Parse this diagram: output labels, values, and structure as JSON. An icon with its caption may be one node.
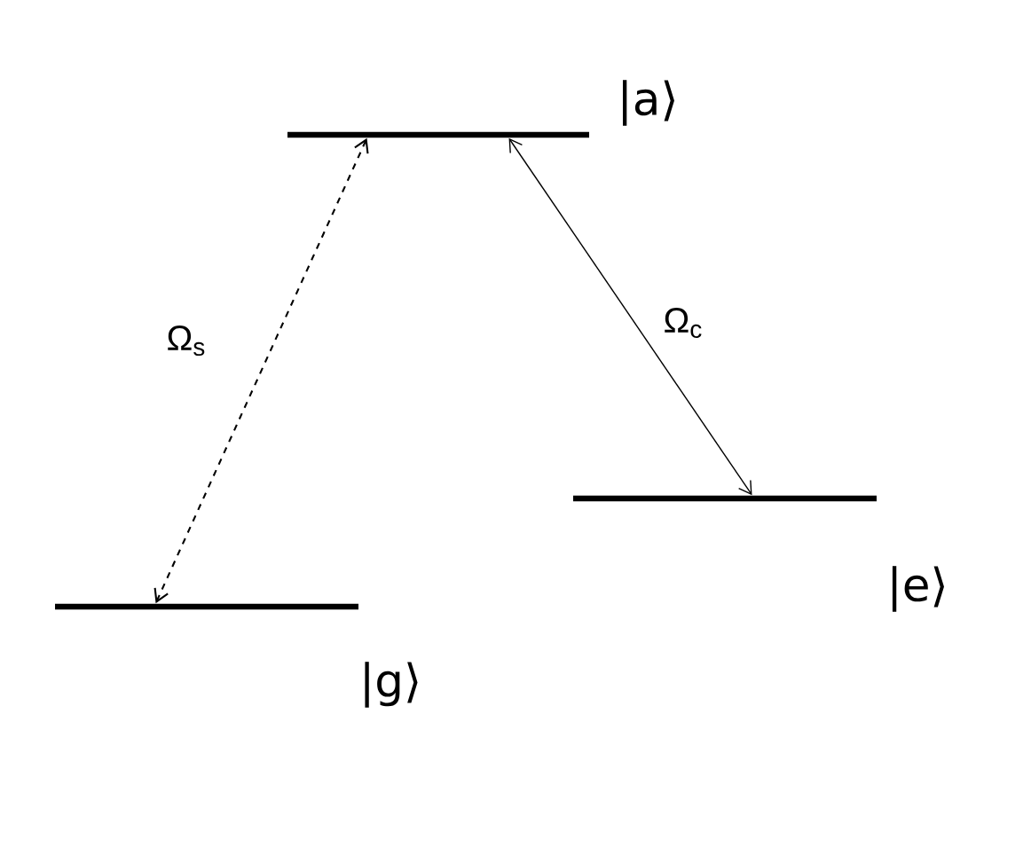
{
  "diagram": {
    "nodes": [
      {
        "text": [],
        "shape": "bar",
        "beside": [
          "|a⟩"
        ]
      },
      {
        "text": [],
        "shape": "bar",
        "beside": [
          "|e⟩"
        ]
      },
      {
        "text": [],
        "shape": "bar",
        "beside": [
          "|g⟩"
        ]
      }
    ],
    "edges": [
      {
        "from": 2,
        "to": 0,
        "arrow": "both",
        "style": "dashed",
        "label": "Ω$_{s}$"
      },
      {
        "from": 0,
        "to": 1,
        "arrow": "both",
        "label": "Ω$_{c}$"
      }
    ]
  }
}
